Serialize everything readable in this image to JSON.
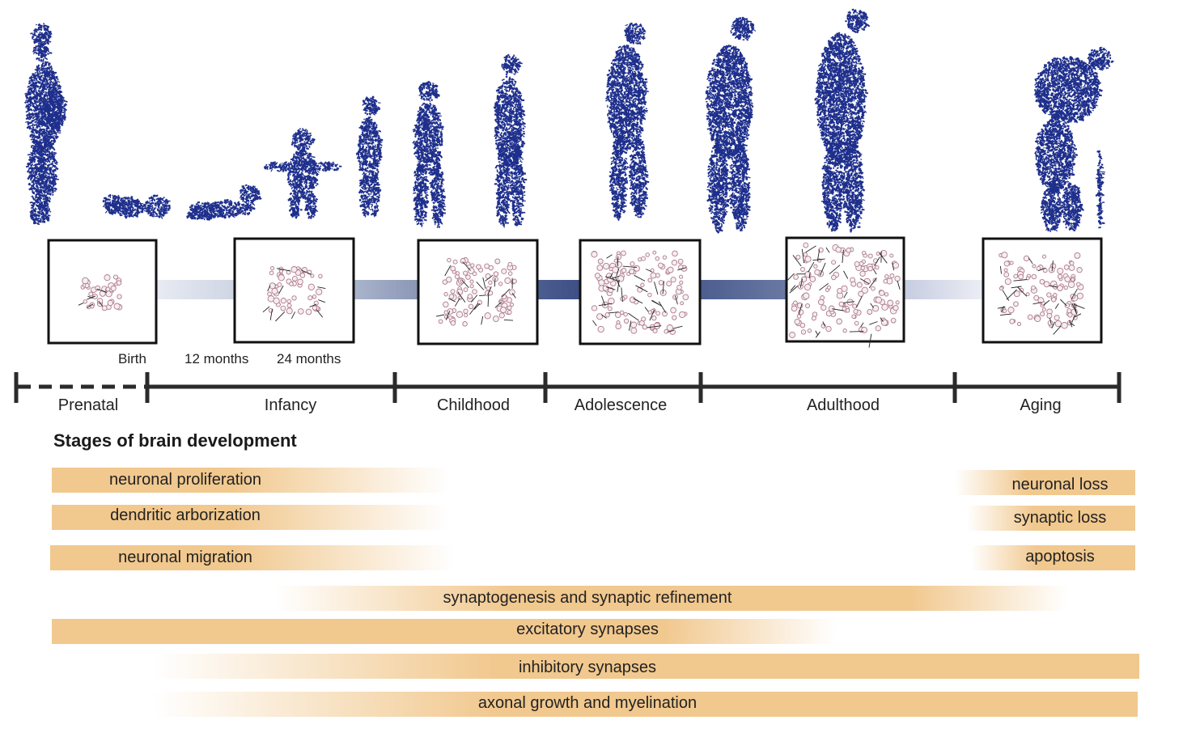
{
  "colors": {
    "figure": "#1e2f8c",
    "bar": "#f1c88e",
    "connector": "#4c5d8f",
    "timeline": "#2b2b2b",
    "cell": "#b07a8a",
    "axon": "#222222"
  },
  "developmental_figures": [
    {
      "icon": "pregnant-woman-silhouette"
    },
    {
      "icon": "newborn-silhouette"
    },
    {
      "icon": "crawling-baby-silhouette"
    },
    {
      "icon": "toddler-silhouette"
    },
    {
      "icon": "young-child-silhouette"
    },
    {
      "icon": "child-silhouette"
    },
    {
      "icon": "preteen-silhouette"
    },
    {
      "icon": "adolescent-silhouette"
    },
    {
      "icon": "young-adult-silhouette"
    },
    {
      "icon": "adult-silhouette"
    },
    {
      "icon": "elderly-person-with-cane-silhouette"
    }
  ],
  "brain_panels": [
    {
      "icon": "neural-cluster-prenatal",
      "density": 0.15
    },
    {
      "icon": "neural-cluster-infancy",
      "density": 0.3
    },
    {
      "icon": "neural-network-childhood",
      "density": 0.6
    },
    {
      "icon": "neural-network-adolescence",
      "density": 0.85
    },
    {
      "icon": "neural-network-adulthood",
      "density": 1.0
    },
    {
      "icon": "neural-network-aging",
      "density": 0.7
    }
  ],
  "age_markers": [
    "Birth",
    "12 months",
    "24 months"
  ],
  "stages": [
    "Prenatal",
    "Infancy",
    "Childhood",
    "Adolescence",
    "Adulthood",
    "Aging"
  ],
  "section_title": "Stages of brain development",
  "processes": [
    {
      "label": "neuronal proliferation"
    },
    {
      "label": "dendritic arborization"
    },
    {
      "label": "neuronal migration"
    },
    {
      "label": "synaptogenesis and synaptic refinement"
    },
    {
      "label": "excitatory synapses"
    },
    {
      "label": "inhibitory synapses"
    },
    {
      "label": "axonal growth and myelination"
    },
    {
      "label": "neuronal loss"
    },
    {
      "label": "synaptic loss"
    },
    {
      "label": "apoptosis"
    }
  ]
}
